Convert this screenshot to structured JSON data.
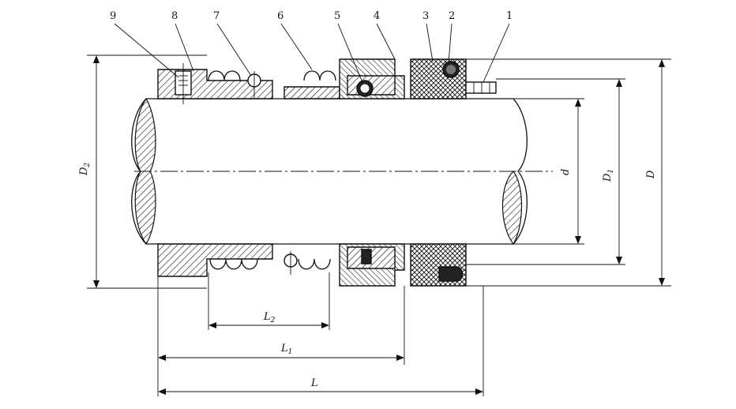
{
  "callouts": [
    "1",
    "2",
    "3",
    "4",
    "5",
    "6",
    "7",
    "8",
    "9"
  ],
  "dimensions": {
    "D2": {
      "main": "D",
      "sub": "2"
    },
    "d": {
      "main": "d",
      "sub": ""
    },
    "D1": {
      "main": "D",
      "sub": "1"
    },
    "D": {
      "main": "D",
      "sub": ""
    },
    "L2": {
      "main": "L",
      "sub": "2"
    },
    "L1": {
      "main": "L",
      "sub": "1"
    },
    "L": {
      "main": "L",
      "sub": ""
    }
  }
}
